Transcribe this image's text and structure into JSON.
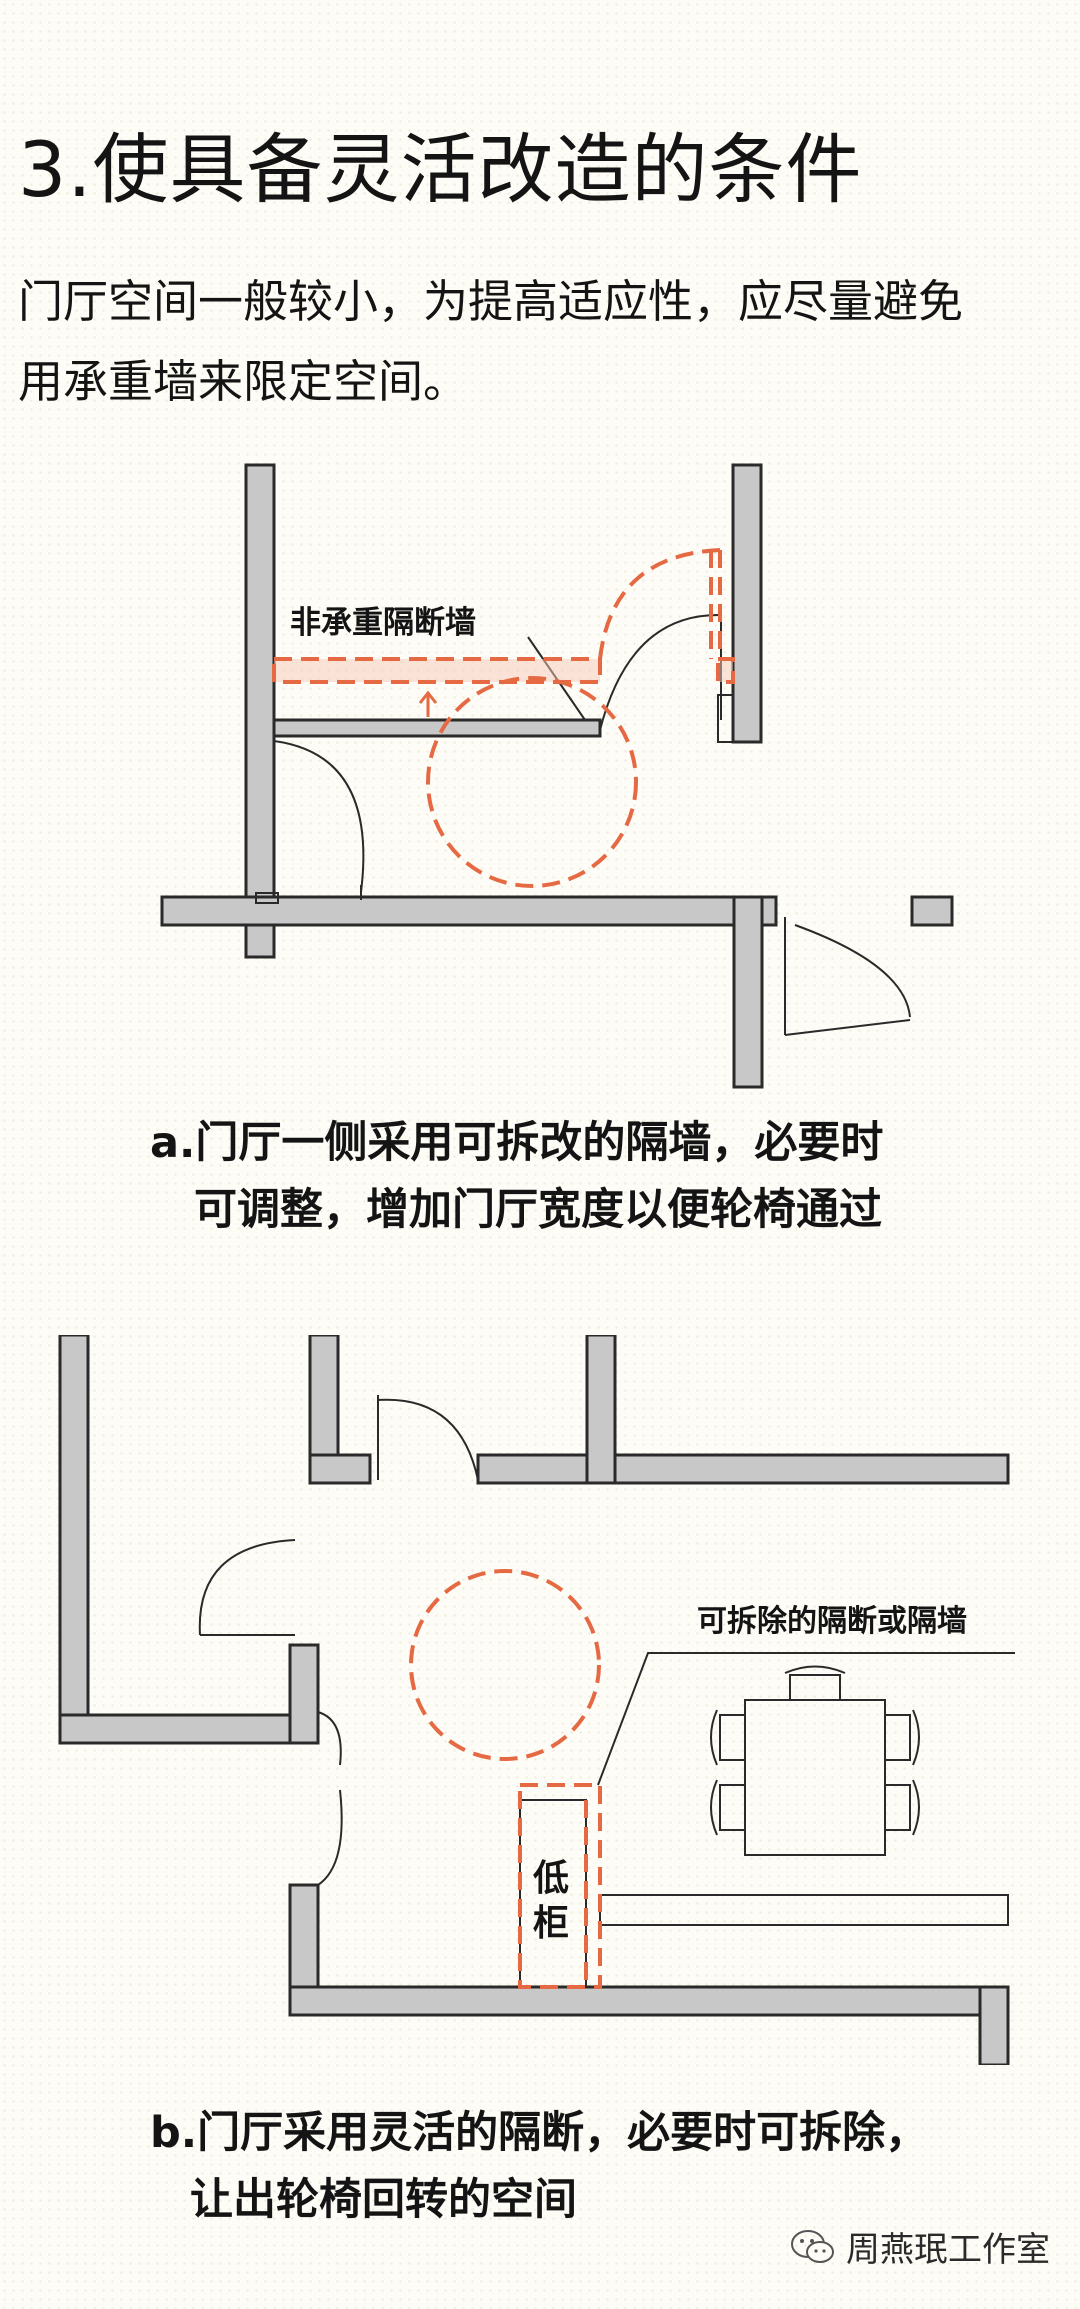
{
  "title": "3.使具备灵活改造的条件",
  "intro": [
    "门厅空间一般较小，为提高适应性，应尽量避免",
    "用承重墙来限定空间。"
  ],
  "figure_a": {
    "label": "非承重隔断墙",
    "caption": [
      "a.门厅一侧采用可拆改的隔墙，必要时",
      "可调整，增加门厅宽度以便轮椅通过"
    ]
  },
  "figure_b": {
    "label": "可拆除的隔断或隔墙",
    "cabinet_label": [
      "低",
      "柜"
    ],
    "caption": [
      "b.门厅采用灵活的隔断，必要时可拆除，",
      "让出轮椅回转的空间"
    ]
  },
  "watermark": "周燕珉工作室",
  "colors": {
    "accent": "#e56a44",
    "wall_fill": "#c8c8c8",
    "background": "#fdfcf6"
  }
}
